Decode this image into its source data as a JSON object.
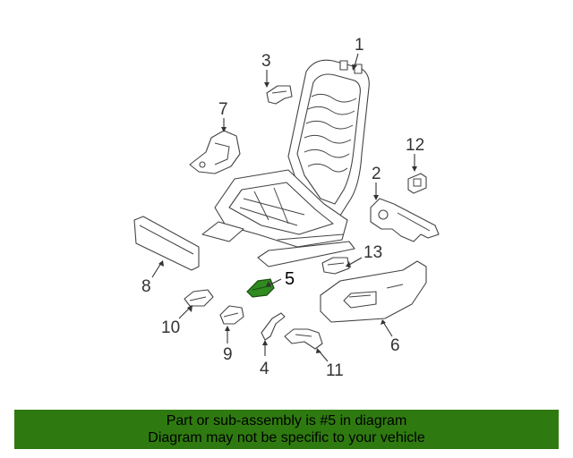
{
  "diagram": {
    "callouts": [
      {
        "id": "1",
        "label": "1"
      },
      {
        "id": "2",
        "label": "2"
      },
      {
        "id": "3",
        "label": "3"
      },
      {
        "id": "4",
        "label": "4"
      },
      {
        "id": "5",
        "label": "5"
      },
      {
        "id": "6",
        "label": "6"
      },
      {
        "id": "7",
        "label": "7"
      },
      {
        "id": "8",
        "label": "8"
      },
      {
        "id": "9",
        "label": "9"
      },
      {
        "id": "10",
        "label": "10"
      },
      {
        "id": "11",
        "label": "11"
      },
      {
        "id": "12",
        "label": "12"
      },
      {
        "id": "13",
        "label": "13"
      }
    ],
    "highlighted_part": "5",
    "highlight_color": "#2f8a1f"
  },
  "banner": {
    "line1": "Part or sub-assembly is #5 in diagram",
    "line2": "Diagram may not be specific to your vehicle",
    "background_color": "#2f7a10"
  }
}
